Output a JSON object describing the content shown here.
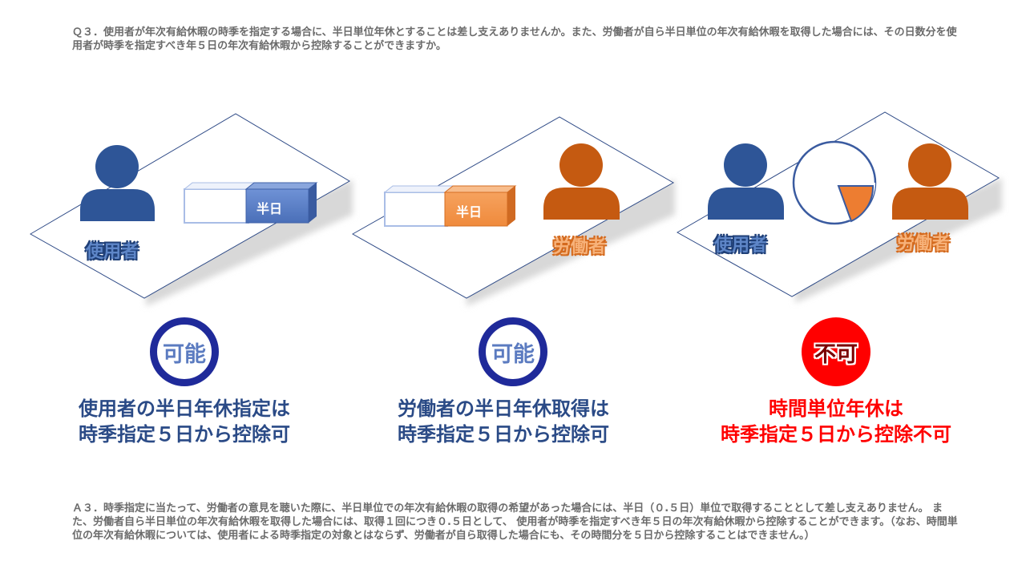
{
  "question": {
    "text": "Ｑ３．使用者が年次有給休暇の時季を指定する場合に、半日単位年休とすることは差し支えありませんか。また、労働者が自ら半日単位の年次有給休暇を取得した場合には、その日数分を使用者が時季を指定すべき年５日の年次有給休暇から控除することができますか。"
  },
  "panels": [
    {
      "person_label": "使用者",
      "block_label": "半日",
      "badge": "可能",
      "caption_line1": "使用者の半日年休指定は",
      "caption_line2": "時季指定５日から控除可"
    },
    {
      "person_label": "労働者",
      "block_label": "半日",
      "badge": "可能",
      "caption_line1": "労働者の半日年休取得は",
      "caption_line2": "時季指定５日から控除可"
    },
    {
      "person_label_left": "使用者",
      "person_label_right": "労働者",
      "badge": "不可",
      "caption_line1": "時間単位年休は",
      "caption_line2": "時季指定５日から控除不可"
    }
  ],
  "answer": {
    "text": "Ａ３．時季指定に当たって、労働者の意見を聴いた際に、半日単位での年次有給休暇の取得の希望があった場合には、半日（０.５日）単位で取得することとして差し支えありません。 また、労働者自ら半日単位の年次有給休暇を取得した場合には、取得１回につき０.５日として、 使用者が時季を指定すべき年５日の年次有給休暇から控除することができます。（なお、時間単位の年次有給休暇については、使用者による時季指定の対象とはならず、労働者が自ら取得した場合にも、その時間分を５日から控除することはできません。）"
  },
  "colors": {
    "employer_blue": "#2e5597",
    "worker_orange": "#c55a11",
    "ok_ring": "#1f2a9a",
    "ng_fill": "#ff0000"
  }
}
